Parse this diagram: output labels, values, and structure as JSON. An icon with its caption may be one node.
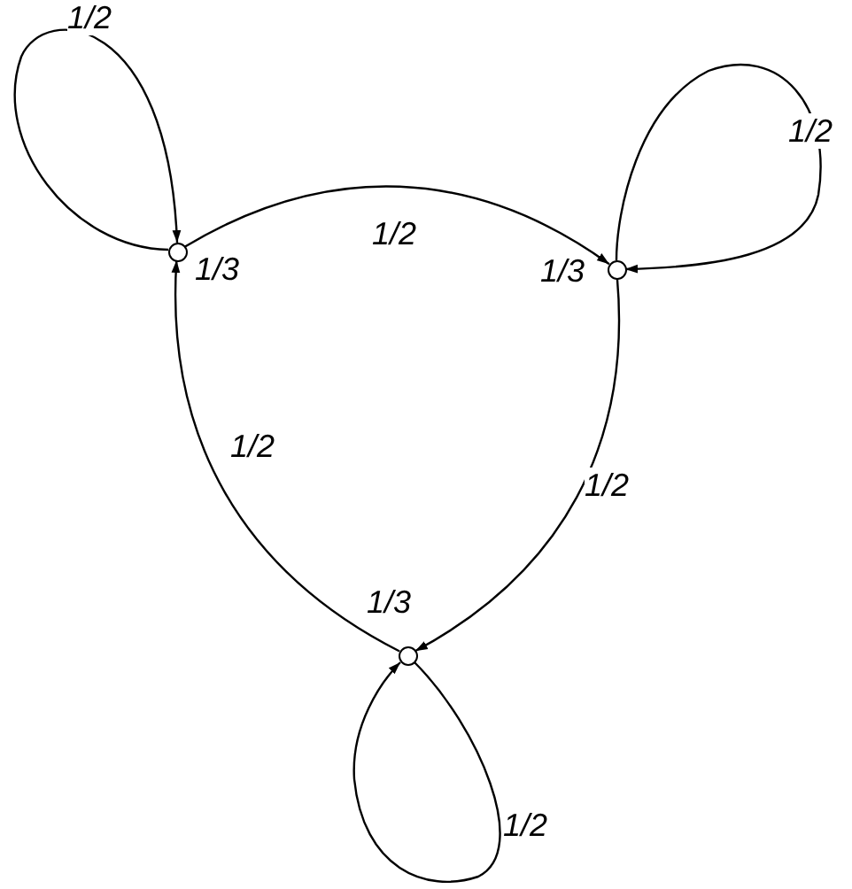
{
  "diagram": {
    "nodes": [
      {
        "text": [],
        "shape": "circle",
        "beside": [
          "1/3"
        ]
      },
      {
        "text": [],
        "shape": "circle",
        "beside": [
          "1/3"
        ]
      },
      {
        "text": [],
        "shape": "circle",
        "beside": [
          "1/3"
        ]
      }
    ],
    "edges": [
      {
        "from": 0,
        "to": 0,
        "arrow": "to",
        "label": "1/2"
      },
      {
        "from": 0,
        "to": 1,
        "arrow": "to",
        "label": "1/2"
      },
      {
        "from": 1,
        "to": 1,
        "arrow": "to",
        "label": "1/2"
      },
      {
        "from": 1,
        "to": 2,
        "arrow": "to",
        "label": "1/2"
      },
      {
        "from": 2,
        "to": 2,
        "arrow": "to",
        "label": "1/2"
      },
      {
        "from": 2,
        "to": 0,
        "arrow": "to",
        "label": "1/2"
      }
    ]
  }
}
